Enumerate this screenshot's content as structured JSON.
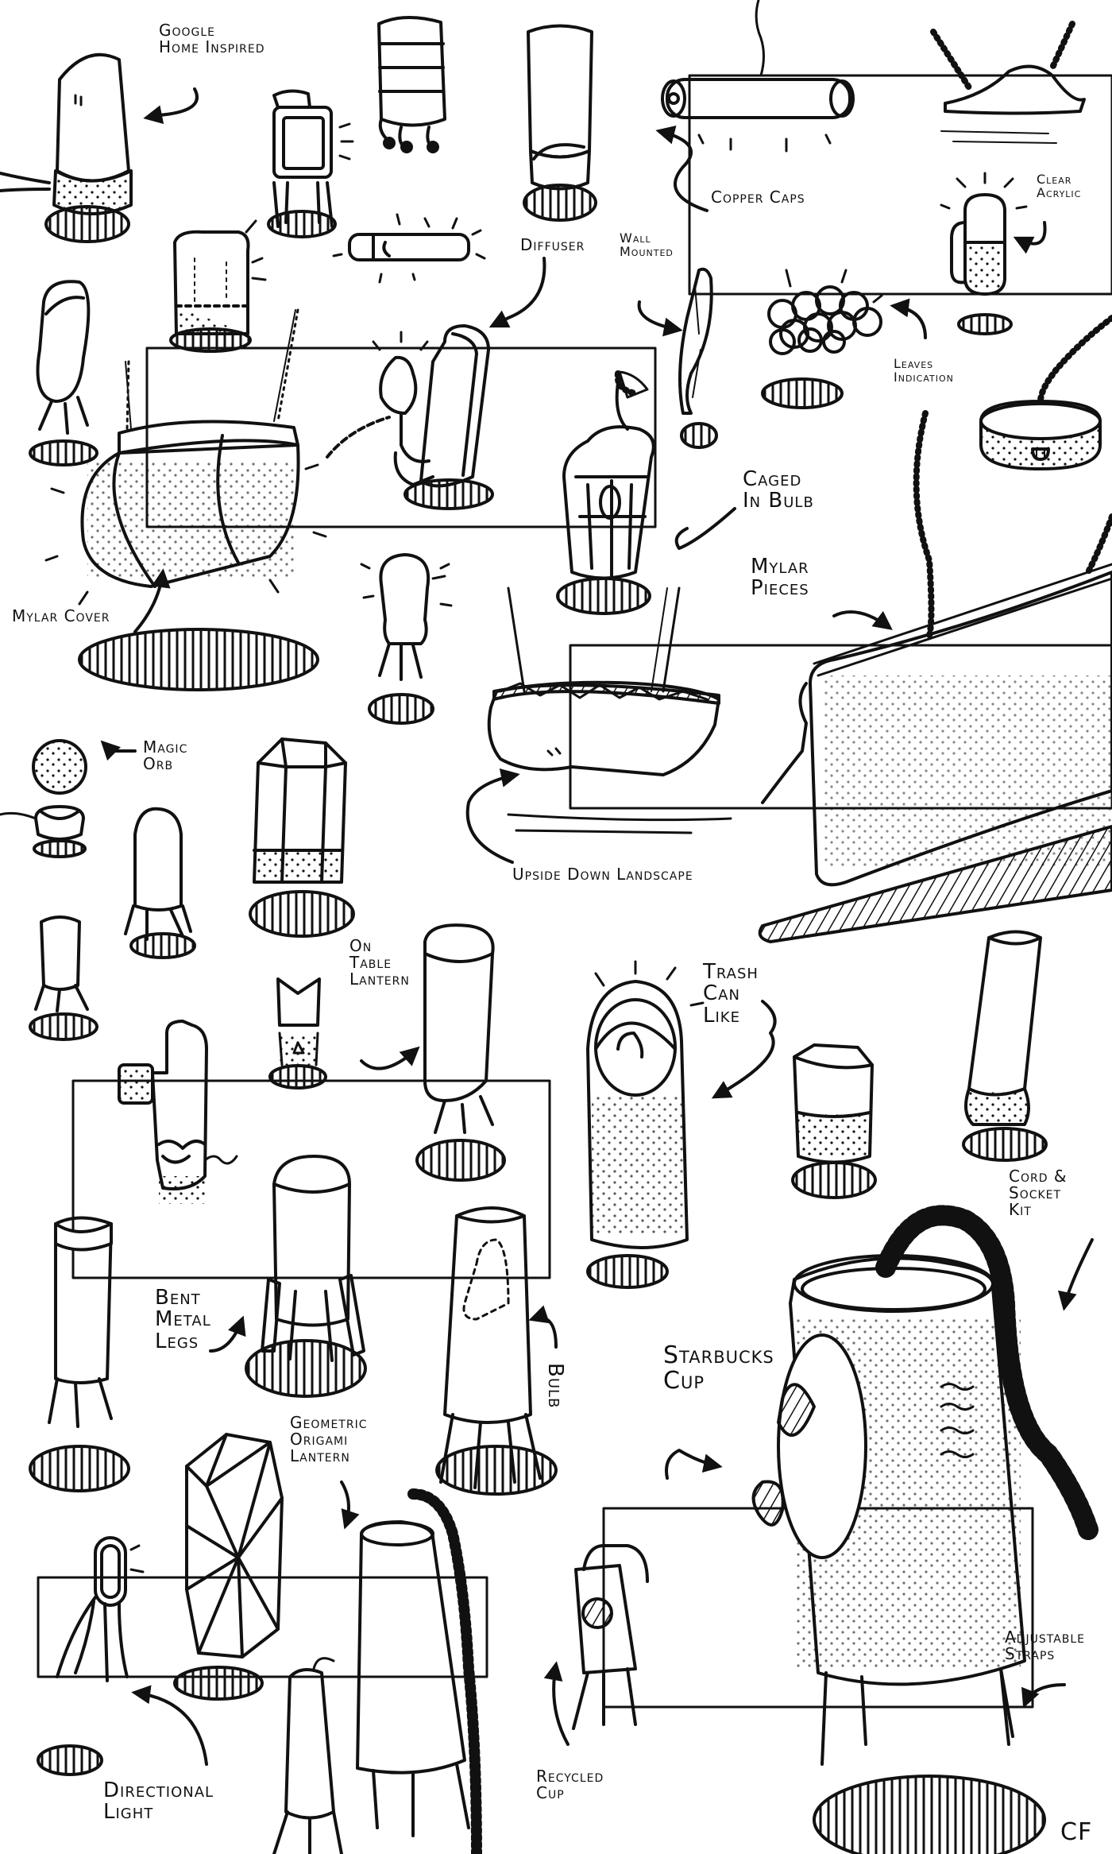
{
  "colors": {
    "ink": "#111111",
    "paper": "#ffffff"
  },
  "labels": {
    "google_home": "Google\nHome Inspired",
    "copper_caps": "Copper Caps",
    "clear_acrylic": "Clear\nAcrylic",
    "diffuser": "Diffuser",
    "wall_mount": "Wall\nMounted",
    "leaves": "Leaves\nIndication",
    "caged_bulb": "Caged\nIn Bulb",
    "mylar_pieces": "Mylar\nPieces",
    "mylar_cover": "Mylar Cover",
    "magic_orb": "Magic\nOrb",
    "upside_down": "Upside Down Landscape",
    "on_table": "On\nTable\nLantern",
    "trash_can": "Trash\nCan\nLike",
    "cord_socket": "Cord &\nSocket\nKit",
    "bent_legs": "Bent\nMetal\nLegs",
    "bulb": "Bulb",
    "starbucks": "Starbucks\nCup",
    "origami": "Geometric\nOrigami\nLantern",
    "adjustable": "Adjustable\nStraps",
    "directional": "Directional\nLight",
    "recycled": "Recycled\nCup",
    "signature": "CF"
  }
}
